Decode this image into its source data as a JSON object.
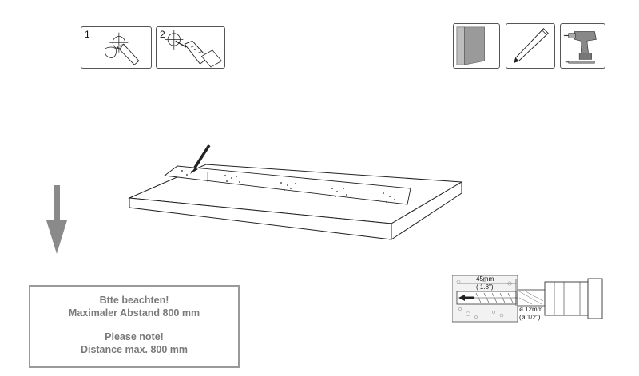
{
  "steps": {
    "step1_number": "1",
    "step2_number": "2"
  },
  "tools": [
    "wall-icon",
    "pencil-icon",
    "cordless-drill-icon"
  ],
  "note": {
    "de_line1": "Btte beachten!",
    "de_line2": "Maximaler Abstand 800 mm",
    "en_line1": "Please note!",
    "en_line2": "Distance max. 800 mm"
  },
  "drill_spec": {
    "depth_mm": "45mm",
    "depth_in": "( 1.8\")",
    "dia_mm": "ø 12mm",
    "dia_in": "(ø 1/2\")"
  },
  "colors": {
    "note_border": "#9a9a9a",
    "note_text": "#7a7a7a",
    "arrow": "#8a8a8a"
  }
}
